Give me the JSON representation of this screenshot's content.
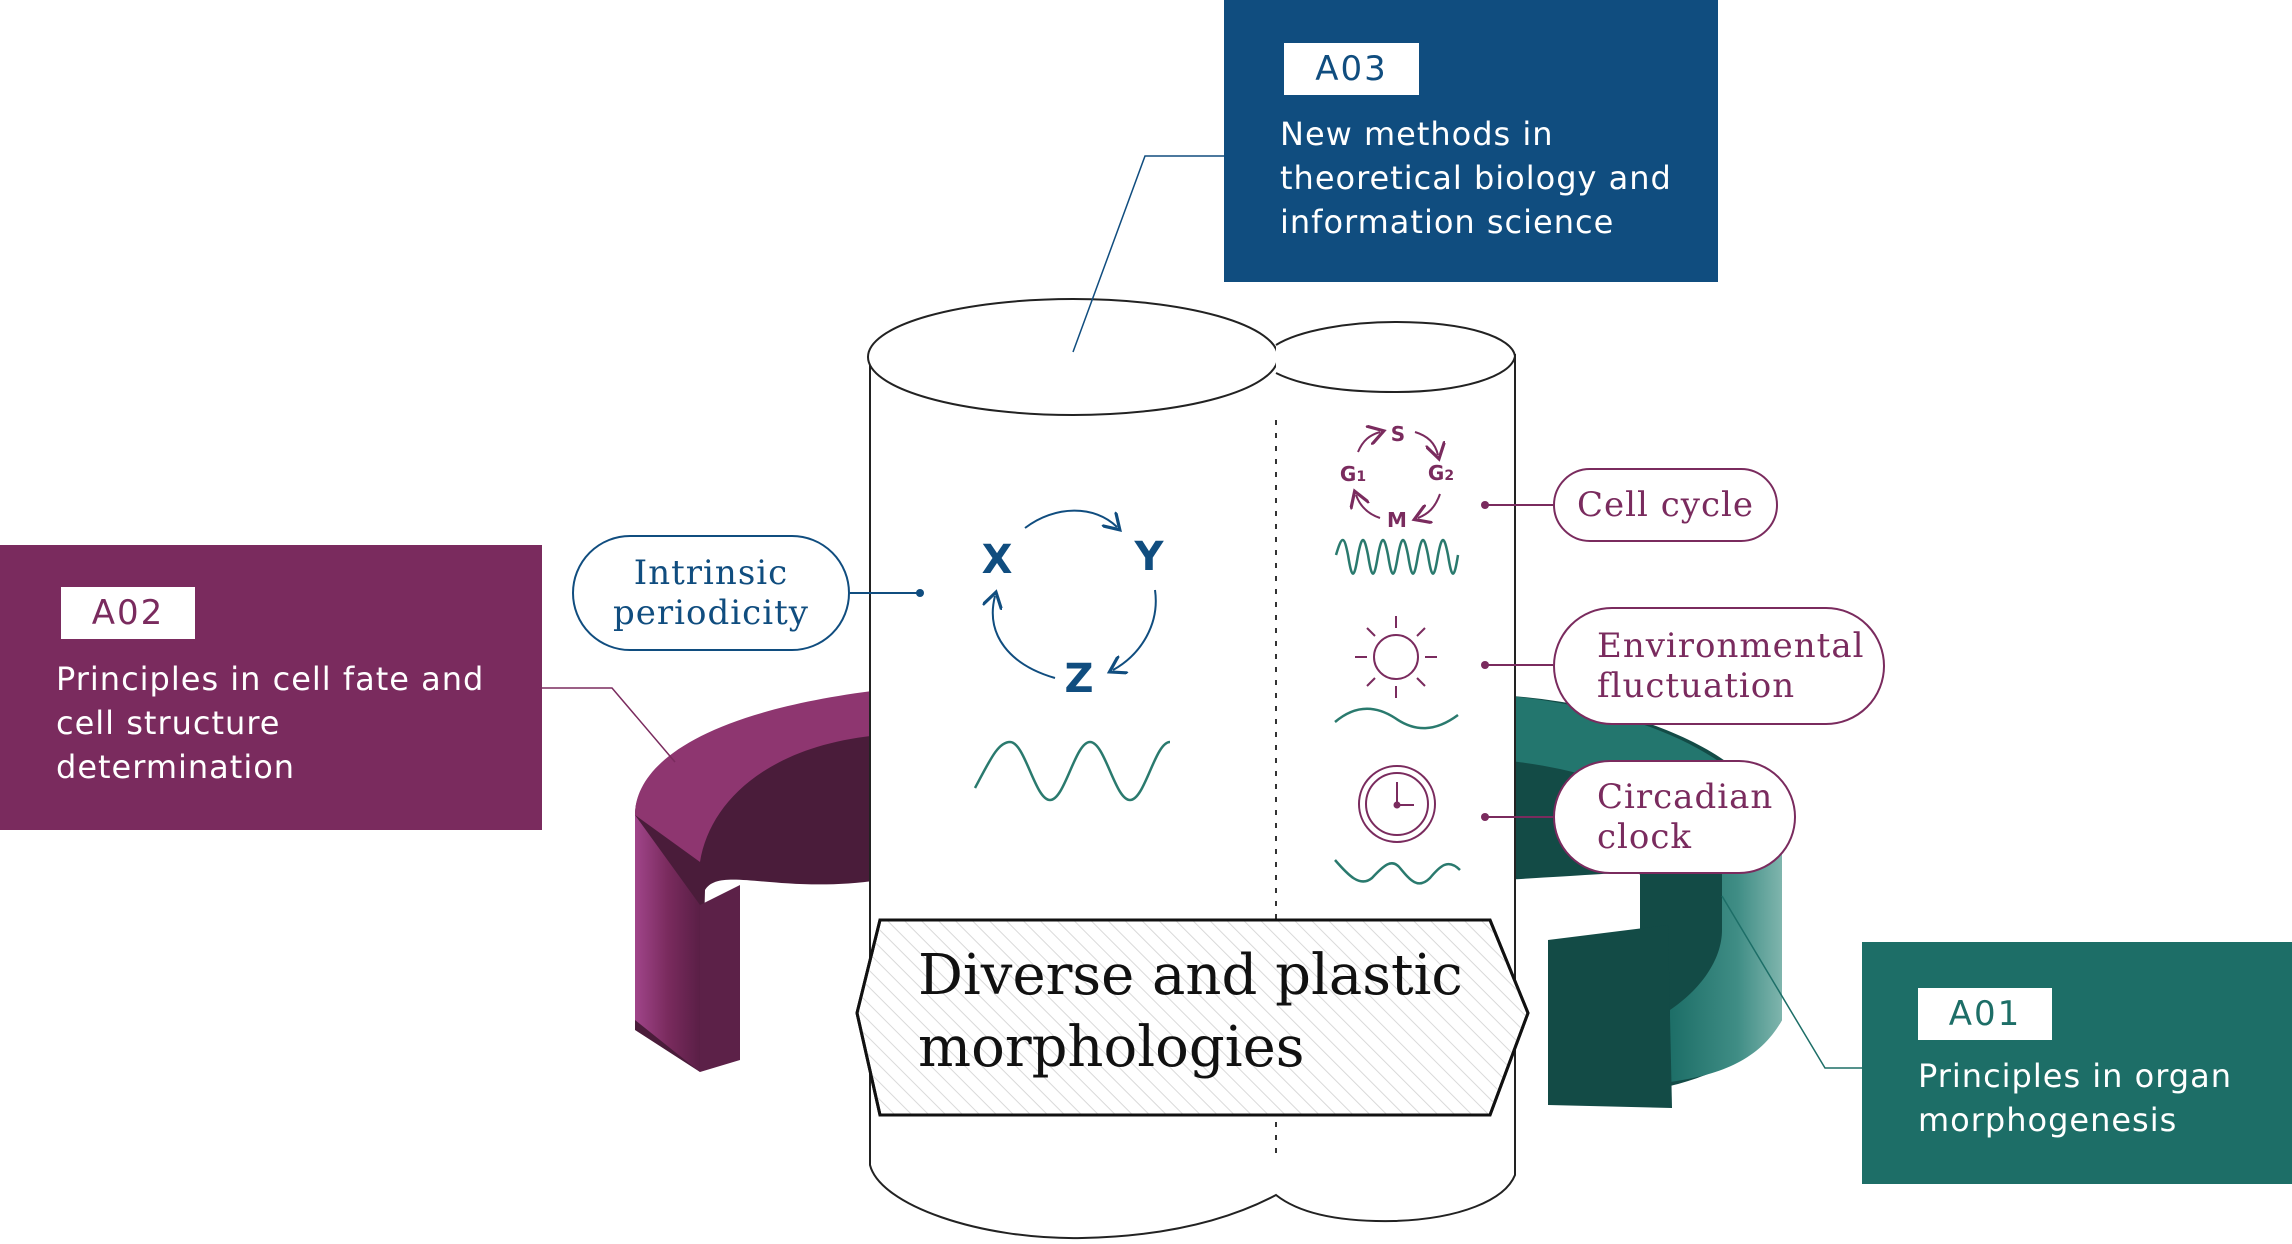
{
  "title": "Diverse and plastic\nmorphologies",
  "groups": [
    {
      "code": "A03",
      "description": "New methods in\ntheoretical biology and\ninformation science",
      "color": "#104d7f"
    },
    {
      "code": "A02",
      "description": "Principles in cell fate and\ncell structure\ndetermination",
      "color": "#7a2b5e"
    },
    {
      "code": "A01",
      "description": "Principles in organ\nmorphogenesis",
      "color": "#1d6e67"
    }
  ],
  "left_panel": {
    "label": "Intrinsic\nperiodicity",
    "nodes": [
      "X",
      "Y",
      "Z"
    ]
  },
  "right_panel": {
    "items": [
      {
        "label": "Cell cycle",
        "icon": "cell-cycle-icon",
        "phases": [
          "S",
          "G",
          "2",
          "M",
          "G",
          "1"
        ]
      },
      {
        "label": "Environmental\nfluctuation",
        "icon": "sun-icon"
      },
      {
        "label": "Circadian\nclock",
        "icon": "clock-icon"
      }
    ]
  },
  "colors": {
    "blue": "#104d7f",
    "purple": "#7a2b5e",
    "teal": "#1d6e67",
    "wave": "#2a7a6e"
  }
}
